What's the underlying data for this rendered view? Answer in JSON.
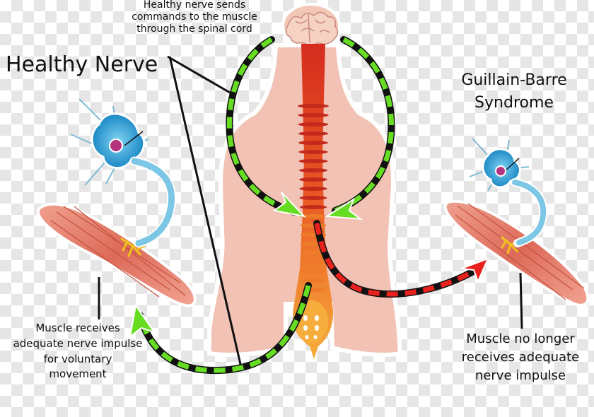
{
  "labels": {
    "healthy_title": "Healthy Nerve",
    "gbs_title": "Guillain-Barre\nSyndrome",
    "healthy_command": "Healthy nerve sends\ncommands to the muscle\nthrough the spinal cord",
    "muscle_receives": "Muscle receives\nadequate nerve impulse\nfor voluntary\nmovement",
    "muscle_no_longer": "Muscle no longer\nreceives adequate\nnerve impulse"
  },
  "colors": {
    "healthy_path": "#66dd22",
    "impaired_path": "#e8211d",
    "dash_outline": "#111111",
    "body_silhouette": "#f2c2b4",
    "spine_top": "#d9331f",
    "spine_bottom": "#f6a93a",
    "muscle": "#e57866",
    "neuron": "#2aa6d8"
  },
  "icons": [
    "brain-icon",
    "neuron-icon",
    "muscle-icon"
  ]
}
